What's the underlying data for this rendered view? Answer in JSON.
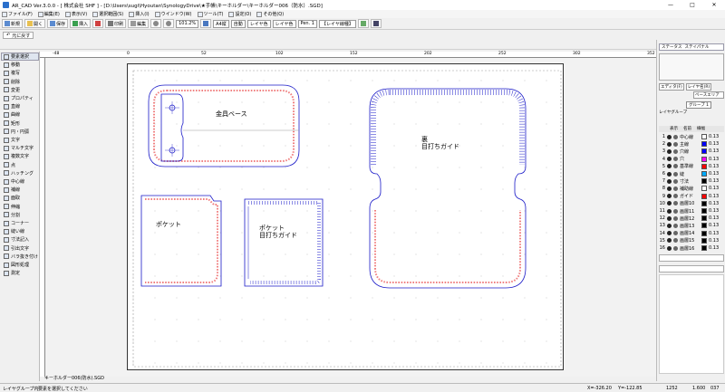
{
  "window": {
    "title": "AR_CAD Ver.3.0.0 - [ 株式会社 SHF ] - [D:\\Users\\sugi\\Hyoutan\\SynologyDrive\\★手帳\\キーホルダー\\キーホルダー006（防水）.SGD]",
    "minimize": "—",
    "maximize": "□",
    "close": "✕"
  },
  "menu": [
    "ファイル(F)",
    "編集(E)",
    "表示(V)",
    "選択範囲(S)",
    "挿入(I)",
    "ウインドウ(W)",
    "ツール(T)",
    "設定(O)",
    "その他(Q)"
  ],
  "toolbar": {
    "new": "新規",
    "open": "開く",
    "save": "保存",
    "insert": "挿入",
    "pdf": "",
    "print": "印刷",
    "edit": "編集",
    "zoom": "101.2%",
    "paper": "A4縦",
    "auto": "自動",
    "layer_color": "レイヤ色",
    "layer_color2": "レイヤ色",
    "pen": "Pen. 1",
    "line_type": "【レイヤ線種】"
  },
  "undo": {
    "label": "元に戻す"
  },
  "ruler": {
    "ticks": [
      "-48",
      "0",
      "52",
      "102",
      "152",
      "202",
      "252",
      "302",
      "352"
    ]
  },
  "left_tools": [
    {
      "label": "要素選択",
      "icon": "cursor-icon"
    },
    {
      "label": "移動",
      "icon": "move-icon"
    },
    {
      "label": "複写",
      "icon": "copy-icon"
    },
    {
      "label": "削除",
      "icon": "delete-icon"
    },
    {
      "label": "変更",
      "icon": "change-icon"
    },
    {
      "label": "プロパティ",
      "icon": "property-icon"
    },
    {
      "label": "直線",
      "icon": "line-icon"
    },
    {
      "label": "曲線",
      "icon": "curve-icon"
    },
    {
      "label": "矩形",
      "icon": "rect-icon"
    },
    {
      "label": "円・円弧",
      "icon": "circle-icon"
    },
    {
      "label": "文字",
      "icon": "text-icon"
    },
    {
      "label": "マルチ文字",
      "icon": "multitext-icon"
    },
    {
      "label": "複数文字",
      "icon": "multiline-text-icon"
    },
    {
      "label": "点",
      "icon": "point-icon"
    },
    {
      "label": "ハッチング",
      "icon": "hatch-icon"
    },
    {
      "label": "中心線",
      "icon": "centerline-icon"
    },
    {
      "label": "補線",
      "icon": "auxline-icon"
    },
    {
      "label": "面取",
      "icon": "chamfer-icon"
    },
    {
      "label": "伸縮",
      "icon": "stretch-icon"
    },
    {
      "label": "分割",
      "icon": "split-icon"
    },
    {
      "label": "コーナー",
      "icon": "corner-icon"
    },
    {
      "label": "縫い線",
      "icon": "stitch-icon"
    },
    {
      "label": "寸法記入",
      "icon": "dimension-icon"
    },
    {
      "label": "引出文字",
      "icon": "leader-icon"
    },
    {
      "label": "バラ抜き付け",
      "icon": "piece-icon"
    },
    {
      "label": "図形処理",
      "icon": "shape-process-icon"
    },
    {
      "label": "測定",
      "icon": "measure-icon"
    }
  ],
  "right_panel": {
    "tabs": [
      "ステータス",
      "ステイパナル"
    ],
    "edit_label": "エディタ(F)",
    "layer_name_label": "レイヤ名(R)",
    "base_area": "ベースエリア",
    "group": "グループ 1",
    "layer_group": "レイヤグループ",
    "columns": [
      "表示",
      "名前",
      "線幅"
    ],
    "layers": [
      {
        "num": "1",
        "name": "中心線",
        "color": "#ffffff",
        "width": "0.13"
      },
      {
        "num": "2",
        "name": "主線",
        "color": "#0000ff",
        "width": "0.13"
      },
      {
        "num": "3",
        "name": "穴線",
        "color": "#0000ff",
        "width": "0.13"
      },
      {
        "num": "4",
        "name": "穴",
        "color": "#ff00ff",
        "width": "0.13"
      },
      {
        "num": "5",
        "name": "基準線",
        "color": "#ff0000",
        "width": "0.13"
      },
      {
        "num": "6",
        "name": "縫",
        "color": "#00aaff",
        "width": "0.13"
      },
      {
        "num": "7",
        "name": "寸法",
        "color": "#000000",
        "width": "0.13"
      },
      {
        "num": "8",
        "name": "補助線",
        "color": "#ffffff",
        "width": "0.13"
      },
      {
        "num": "9",
        "name": "ガイド",
        "color": "#ff0000",
        "width": "0.13"
      },
      {
        "num": "10",
        "name": "画層10",
        "color": "#000000",
        "width": "0.13"
      },
      {
        "num": "11",
        "name": "画層11",
        "color": "#000000",
        "width": "0.13"
      },
      {
        "num": "12",
        "name": "画層12",
        "color": "#000000",
        "width": "0.13"
      },
      {
        "num": "13",
        "name": "画層13",
        "color": "#000000",
        "width": "0.13"
      },
      {
        "num": "14",
        "name": "画層14",
        "color": "#000000",
        "width": "0.13"
      },
      {
        "num": "15",
        "name": "画層15",
        "color": "#000000",
        "width": "0.13"
      },
      {
        "num": "16",
        "name": "画層16",
        "color": "#000000",
        "width": "0.13"
      }
    ]
  },
  "drawing": {
    "labels": {
      "metal_base": "金具ベース",
      "back": "裏\n目打ちガイド",
      "pocket": "ポケット",
      "pocket_guide": "ポケット\n目打ちガイド"
    },
    "doc_name": "キーホルダー006(防水).SGD"
  },
  "status": {
    "hint": "要素を選択してください",
    "layer": "レイヤグループ内",
    "x": "X=-326.20",
    "y": "Y=-122.85",
    "count": "1252",
    "zoom": "1.600",
    "page": "037"
  }
}
